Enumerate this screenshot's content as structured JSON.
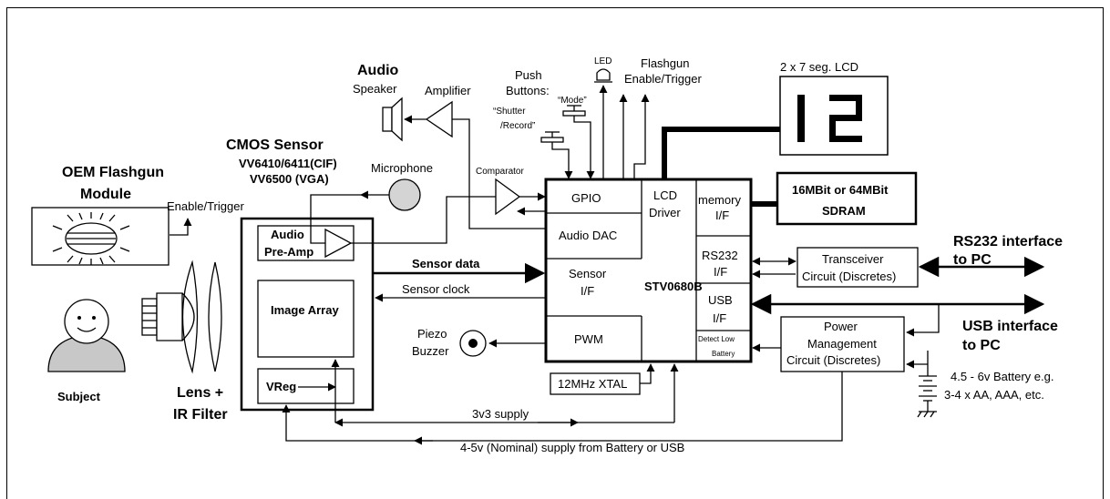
{
  "labels": {
    "oem_flashgun": [
      "OEM Flashgun",
      "Module"
    ],
    "enable_trigger": "Enable/Trigger",
    "cmos_title": "CMOS Sensor",
    "cmos_cif": "VV6410/6411(CIF)",
    "cmos_vga": "VV6500 (VGA)",
    "audio_title": "Audio",
    "speaker": "Speaker",
    "amplifier": "Amplifier",
    "microphone": "Microphone",
    "push_buttons": [
      "Push",
      "Buttons:"
    ],
    "shutter_btn": [
      "“Shutter",
      "/Record”"
    ],
    "mode_btn": "“Mode”",
    "led": "LED",
    "flashgun_trigger": [
      "Flashgun",
      "Enable/Trigger"
    ],
    "lcd_caption": "2 x 7 seg. LCD",
    "lcd_digits": "12",
    "comparator": "Comparator",
    "audio_preamp": [
      "Audio",
      "Pre-Amp"
    ],
    "image_array": "Image Array",
    "vreg": "VReg",
    "subject": "Subject",
    "lens": [
      "Lens +",
      "IR Filter"
    ],
    "sensor_data": "Sensor data",
    "sensor_clock": "Sensor clock",
    "piezo": [
      "Piezo",
      "Buzzer"
    ],
    "gpio": "GPIO",
    "audio_dac": "Audio DAC",
    "lcd_driver": [
      "LCD",
      "Driver"
    ],
    "memory_if": [
      "memory",
      "I/F"
    ],
    "sensor_if": [
      "Sensor",
      "I/F"
    ],
    "chip_name": "STV0680B",
    "rs232_if": [
      "RS232",
      "I/F"
    ],
    "usb_if": [
      "USB",
      "I/F"
    ],
    "pwm": "PWM",
    "detect_low_battery": [
      "Detect Low",
      "Battery"
    ],
    "xtal": "12MHz XTAL",
    "sdram": [
      "16MBit or 64MBit",
      "SDRAM"
    ],
    "transceiver": [
      "Transceiver",
      "Circuit (Discretes)"
    ],
    "rs232_pc": [
      "RS232 interface",
      "to PC"
    ],
    "usb_pc": [
      "USB interface",
      "to PC"
    ],
    "power_mgmt": [
      "Power",
      "Management",
      "Circuit (Discretes)"
    ],
    "battery": [
      "4.5 - 6v Battery e.g.",
      "3-4 x AA, AAA, etc."
    ],
    "supply_3v3": "3v3 supply",
    "supply_main": "4-5v (Nominal) supply from Battery or USB"
  }
}
